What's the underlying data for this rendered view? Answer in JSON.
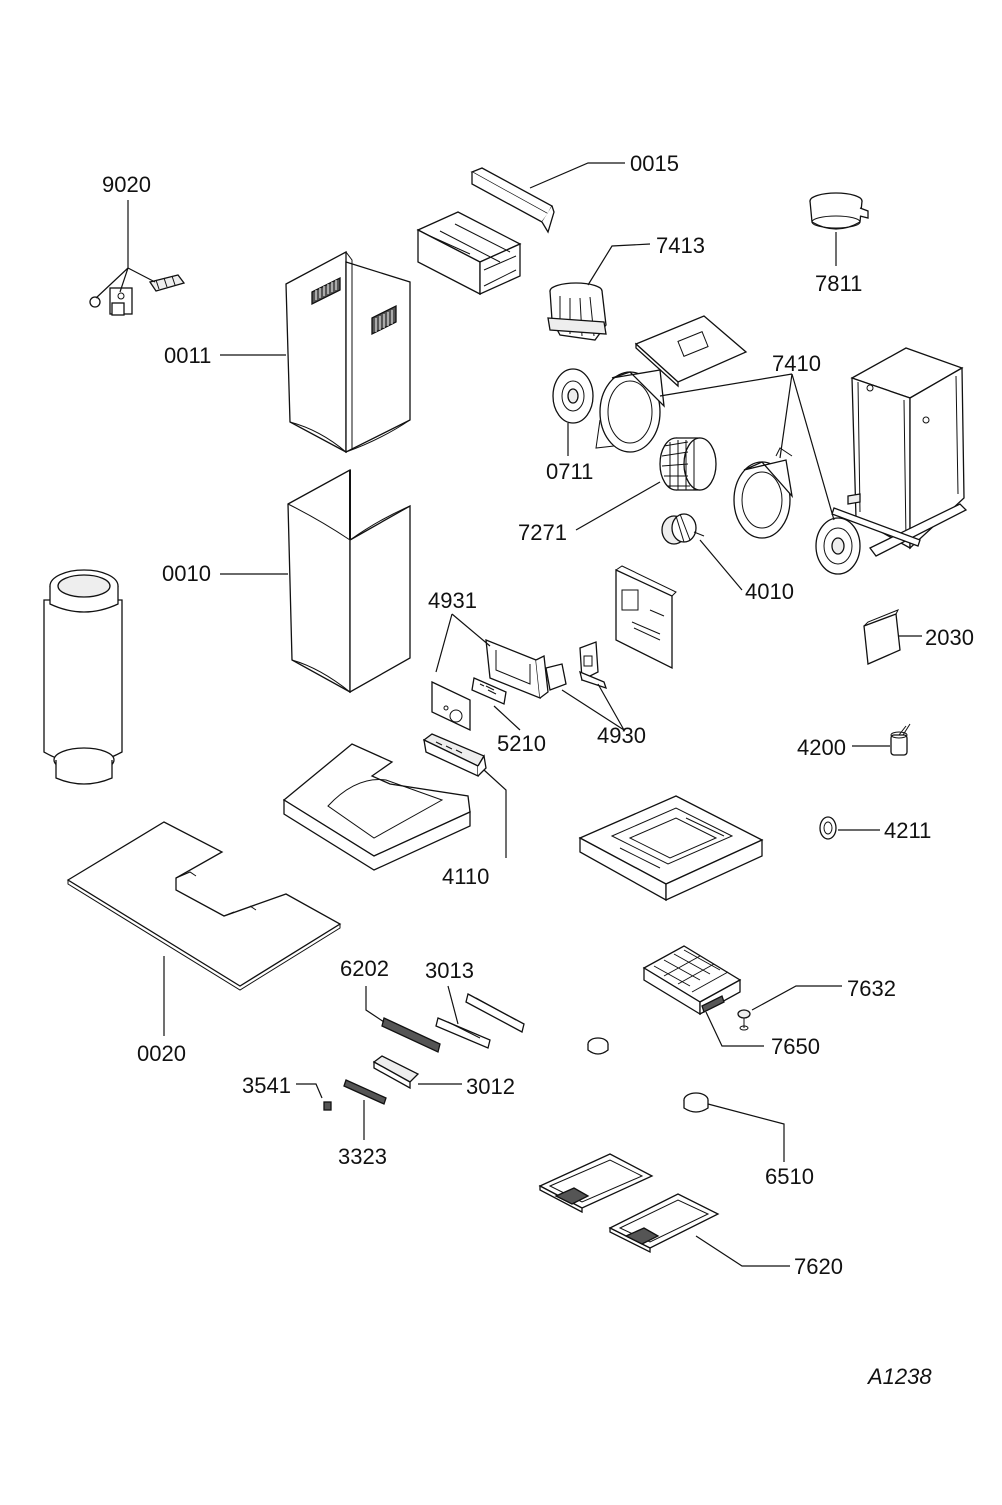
{
  "drawing_id": "A1238",
  "callouts": {
    "c9020": "9020",
    "c0015": "0015",
    "c7413": "7413",
    "c7811": "7811",
    "c0011": "0011",
    "c7410": "7410",
    "c0711": "0711",
    "c7271": "7271",
    "c0010": "0010",
    "c4010": "4010",
    "c4931": "4931",
    "c2030": "2030",
    "c5210": "5210",
    "c4930": "4930",
    "c4200": "4200",
    "c4211": "4211",
    "c4110": "4110",
    "c6202": "6202",
    "c3013": "3013",
    "c7632": "7632",
    "c7650": "7650",
    "c0020": "0020",
    "c3541": "3541",
    "c3012": "3012",
    "c3323": "3323",
    "c6510": "6510",
    "c7620": "7620"
  }
}
